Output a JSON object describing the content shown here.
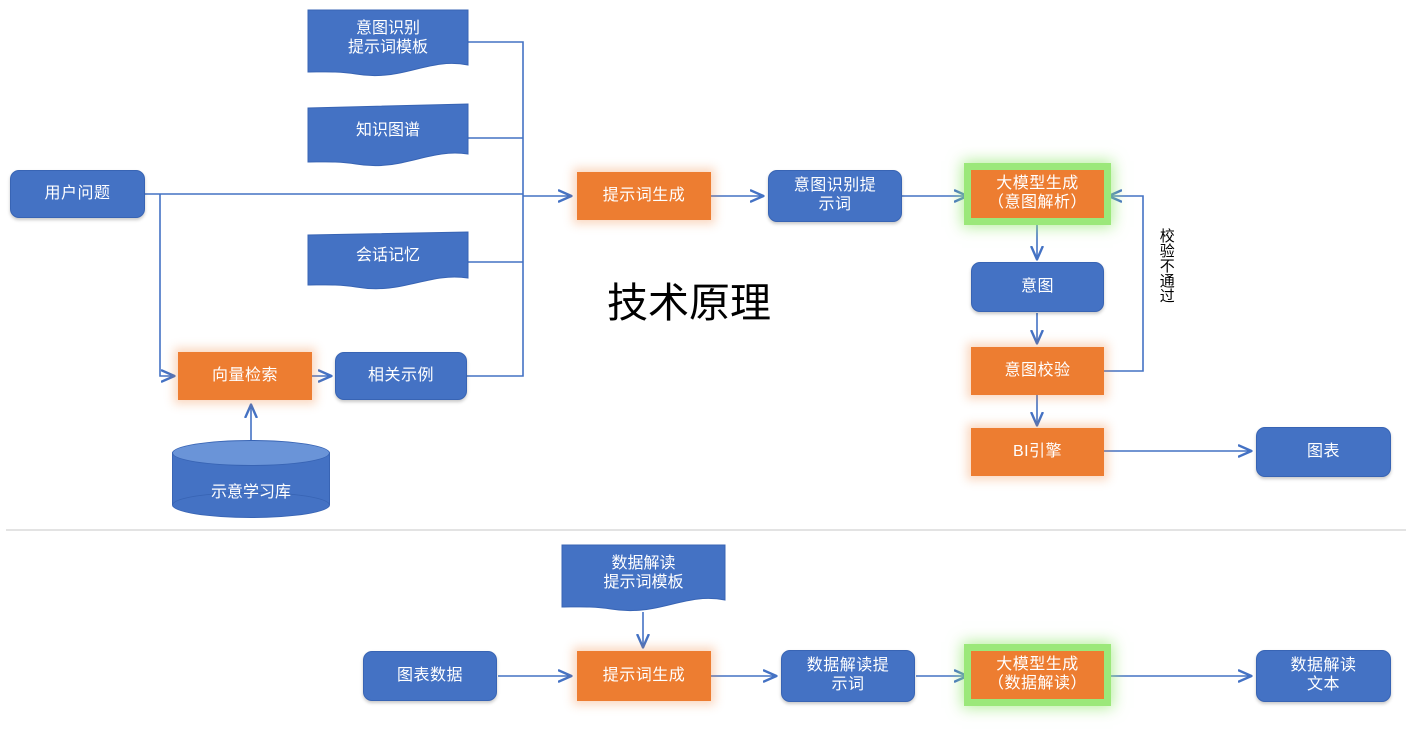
{
  "colors": {
    "blue": "#4472C4",
    "orange": "#ED7D31",
    "glow_green": "#9BE87A",
    "wire": "#4472C4",
    "title_text": "#000000",
    "divider": "#E3E3E3",
    "canvas": "#FFFFFF"
  },
  "title": "技术原理",
  "top_flow": {
    "user_question": "用户问题",
    "intent_prompt_template": "意图识别\n提示词模板",
    "knowledge_graph": "知识图谱",
    "session_memory": "会话记忆",
    "vector_search": "向量检索",
    "related_examples": "相关示例",
    "example_library": "示意学习库",
    "prompt_generation": "提示词生成",
    "intent_prompt": "意图识别提\n示词",
    "llm_intent": "大模型生成\n（意图解析）",
    "intent": "意图",
    "intent_validation": "意图校验",
    "bi_engine": "BI引擎",
    "chart": "图表",
    "validation_failed_label": "校验不通过"
  },
  "bottom_flow": {
    "interpretation_prompt_template": "数据解读\n提示词模板",
    "chart_data": "图表数据",
    "prompt_generation": "提示词生成",
    "interpretation_prompt": "数据解读提\n示词",
    "llm_interpretation": "大模型生成\n（数据解读）",
    "interpretation_text": "数据解读\n文本"
  }
}
